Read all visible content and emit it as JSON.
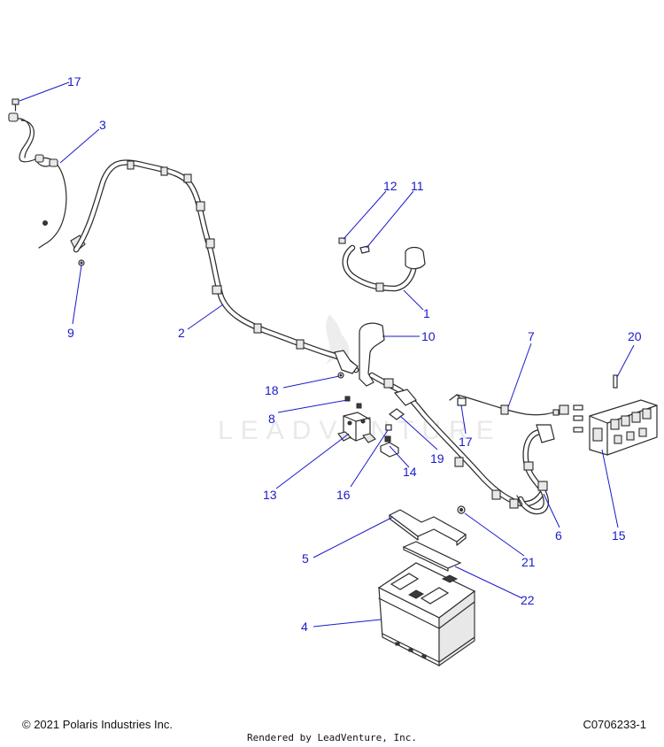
{
  "watermark": {
    "text": "LEADVENTURE"
  },
  "callouts": [
    {
      "id": "17-top",
      "label": "17"
    },
    {
      "id": "3",
      "label": "3"
    },
    {
      "id": "9",
      "label": "9"
    },
    {
      "id": "2",
      "label": "2"
    },
    {
      "id": "12",
      "label": "12"
    },
    {
      "id": "11",
      "label": "11"
    },
    {
      "id": "1",
      "label": "1"
    },
    {
      "id": "10",
      "label": "10"
    },
    {
      "id": "7",
      "label": "7"
    },
    {
      "id": "20",
      "label": "20"
    },
    {
      "id": "18",
      "label": "18"
    },
    {
      "id": "8",
      "label": "8"
    },
    {
      "id": "17-mid",
      "label": "17"
    },
    {
      "id": "19",
      "label": "19"
    },
    {
      "id": "13",
      "label": "13"
    },
    {
      "id": "14",
      "label": "14"
    },
    {
      "id": "16",
      "label": "16"
    },
    {
      "id": "6",
      "label": "6"
    },
    {
      "id": "15",
      "label": "15"
    },
    {
      "id": "5",
      "label": "5"
    },
    {
      "id": "21",
      "label": "21"
    },
    {
      "id": "22",
      "label": "22"
    },
    {
      "id": "4",
      "label": "4"
    }
  ],
  "footer": {
    "copyright": "© 2021 Polaris Industries Inc.",
    "diagram_code": "C0706233-1",
    "rendered_by": "Rendered by LeadVenture, Inc."
  }
}
